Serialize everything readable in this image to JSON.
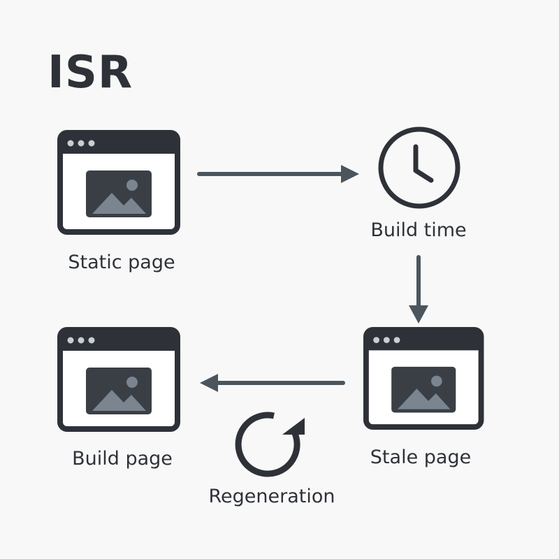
{
  "title": "ISR",
  "nodes": {
    "static_page": {
      "label": "Static page",
      "icon": "browser-window-icon"
    },
    "build_time": {
      "label": "Build time",
      "icon": "clock-icon"
    },
    "stale_page": {
      "label": "Stale page",
      "icon": "browser-window-icon"
    },
    "build_page": {
      "label": "Build page",
      "icon": "browser-window-icon"
    },
    "regeneration": {
      "label": "Regeneration",
      "icon": "refresh-icon"
    }
  },
  "colors": {
    "ink": "#2e3238",
    "image_fill": "#3a3f46",
    "mountain": "#7b858f",
    "arrow": "#4b555e",
    "background": "#f8f8f8"
  }
}
